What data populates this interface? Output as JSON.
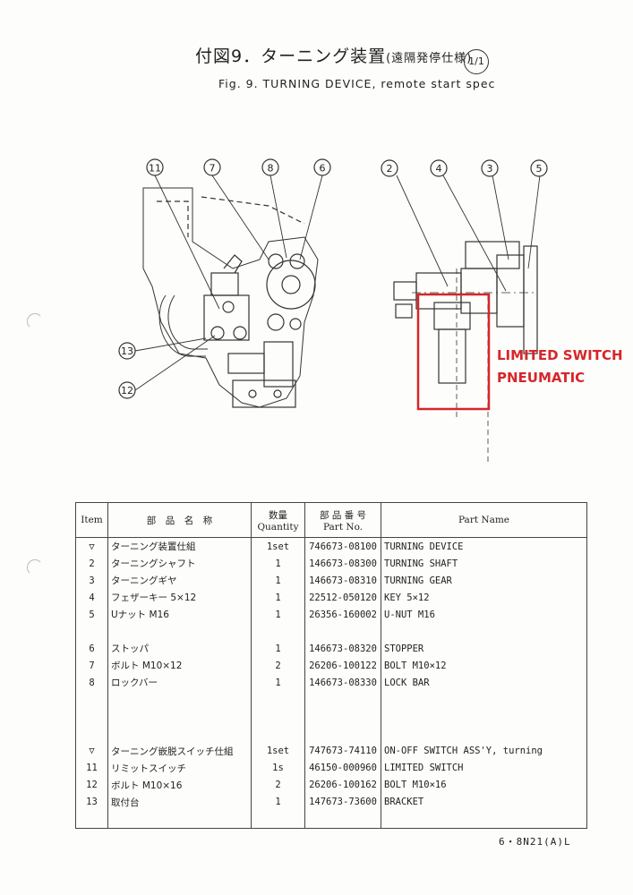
{
  "title": {
    "jp_main": "付図9．ターニング装置",
    "jp_sub": "(遠隔発停仕様)",
    "sheet": "1/1",
    "en": "Fig. 9.  TURNING DEVICE, remote start spec"
  },
  "callouts": {
    "line1": "LIMITED SWITCH",
    "line2": "PNEUMATIC"
  },
  "balloons": [
    "⑪",
    "⑦",
    "⑧",
    "⑥",
    "⑬",
    "⑫",
    "②",
    "④",
    "③",
    "⑤"
  ],
  "table": {
    "headers": {
      "item": "Item",
      "name_jp": "部　品　名　称",
      "qty_jp": "数量",
      "qty_en": "Quantity",
      "partno_jp": "部 品 番 号",
      "partno_en": "Part No.",
      "partname": "Part Name"
    },
    "rows": [
      {
        "item": "▽",
        "name": "ターニング装置仕組",
        "qty": "1set",
        "part_no": "746673-08100",
        "part_name": "TURNING DEVICE"
      },
      {
        "item": "2",
        "name": "ターニングシャフト",
        "qty": "1",
        "part_no": "146673-08300",
        "part_name": "TURNING SHAFT"
      },
      {
        "item": "3",
        "name": "ターニングギヤ",
        "qty": "1",
        "part_no": "146673-08310",
        "part_name": "TURNING GEAR"
      },
      {
        "item": "4",
        "name": "フェザーキー 5×12",
        "qty": "1",
        "part_no": "22512-050120",
        "part_name": "KEY  5×12"
      },
      {
        "item": "5",
        "name": "Uナット M16",
        "qty": "1",
        "part_no": "26356-160002",
        "part_name": "U-NUT    M16"
      },
      {
        "item": "",
        "name": "",
        "qty": "",
        "part_no": "",
        "part_name": ""
      },
      {
        "item": "6",
        "name": "ストッパ",
        "qty": "1",
        "part_no": "146673-08320",
        "part_name": "STOPPER"
      },
      {
        "item": "7",
        "name": "ボルト M10×12",
        "qty": "2",
        "part_no": "26206-100122",
        "part_name": "BOLT M10×12"
      },
      {
        "item": "8",
        "name": "ロックバー",
        "qty": "1",
        "part_no": "146673-08330",
        "part_name": "LOCK BAR"
      },
      {
        "item": "",
        "name": "",
        "qty": "",
        "part_no": "",
        "part_name": ""
      },
      {
        "item": "",
        "name": "",
        "qty": "",
        "part_no": "",
        "part_name": ""
      },
      {
        "item": "",
        "name": "",
        "qty": "",
        "part_no": "",
        "part_name": ""
      },
      {
        "item": "▽",
        "name": "ターニング嵌脱スイッチ仕組",
        "qty": "1set",
        "part_no": "747673-74110",
        "part_name": "ON-OFF SWITCH ASS'Y, turning"
      },
      {
        "item": "11",
        "name": "リミットスイッチ",
        "qty": "1s",
        "part_no": "46150-000960",
        "part_name": "LIMITED SWITCH"
      },
      {
        "item": "12",
        "name": "ボルト M10×16",
        "qty": "2",
        "part_no": "26206-100162",
        "part_name": "BOLT M10×16"
      },
      {
        "item": "13",
        "name": "取付台",
        "qty": "1",
        "part_no": "147673-73600",
        "part_name": "BRACKET"
      },
      {
        "item": "",
        "name": "",
        "qty": "",
        "part_no": "",
        "part_name": ""
      }
    ]
  },
  "footer": "6・8N21(A)L",
  "colors": {
    "callout": "#d6262b",
    "ink": "#222222"
  }
}
